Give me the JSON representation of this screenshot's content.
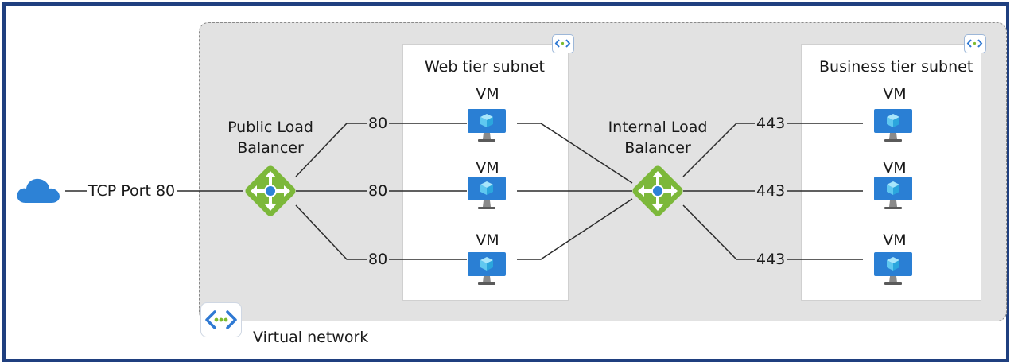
{
  "internet": {
    "protocol_label": "TCP Port 80",
    "icon": "cloud-icon"
  },
  "public_lb": {
    "label_line1": "Public Load",
    "label_line2": "Balancer",
    "icon": "load-balancer-icon"
  },
  "internal_lb": {
    "label_line1": "Internal Load",
    "label_line2": "Balancer",
    "icon": "load-balancer-icon"
  },
  "web_subnet": {
    "title": "Web tier subnet",
    "port": "80",
    "vms": [
      {
        "label": "VM"
      },
      {
        "label": "VM"
      },
      {
        "label": "VM"
      }
    ]
  },
  "business_subnet": {
    "title": "Business tier subnet",
    "port": "443",
    "vms": [
      {
        "label": "VM"
      },
      {
        "label": "VM"
      },
      {
        "label": "VM"
      }
    ]
  },
  "vnet": {
    "label": "Virtual network",
    "icon": "virtual-network-icon"
  },
  "colors": {
    "frame": "#1f3f7f",
    "vnet_fill": "#e2e2e2",
    "cloud": "#2d82d6",
    "lb_green": "#7cb83a",
    "monitor": "#2a7fd4",
    "cube": "#5fc8f0",
    "vnet_chevron": "#2f79d3",
    "vnet_dot": "#7cbb2e"
  }
}
